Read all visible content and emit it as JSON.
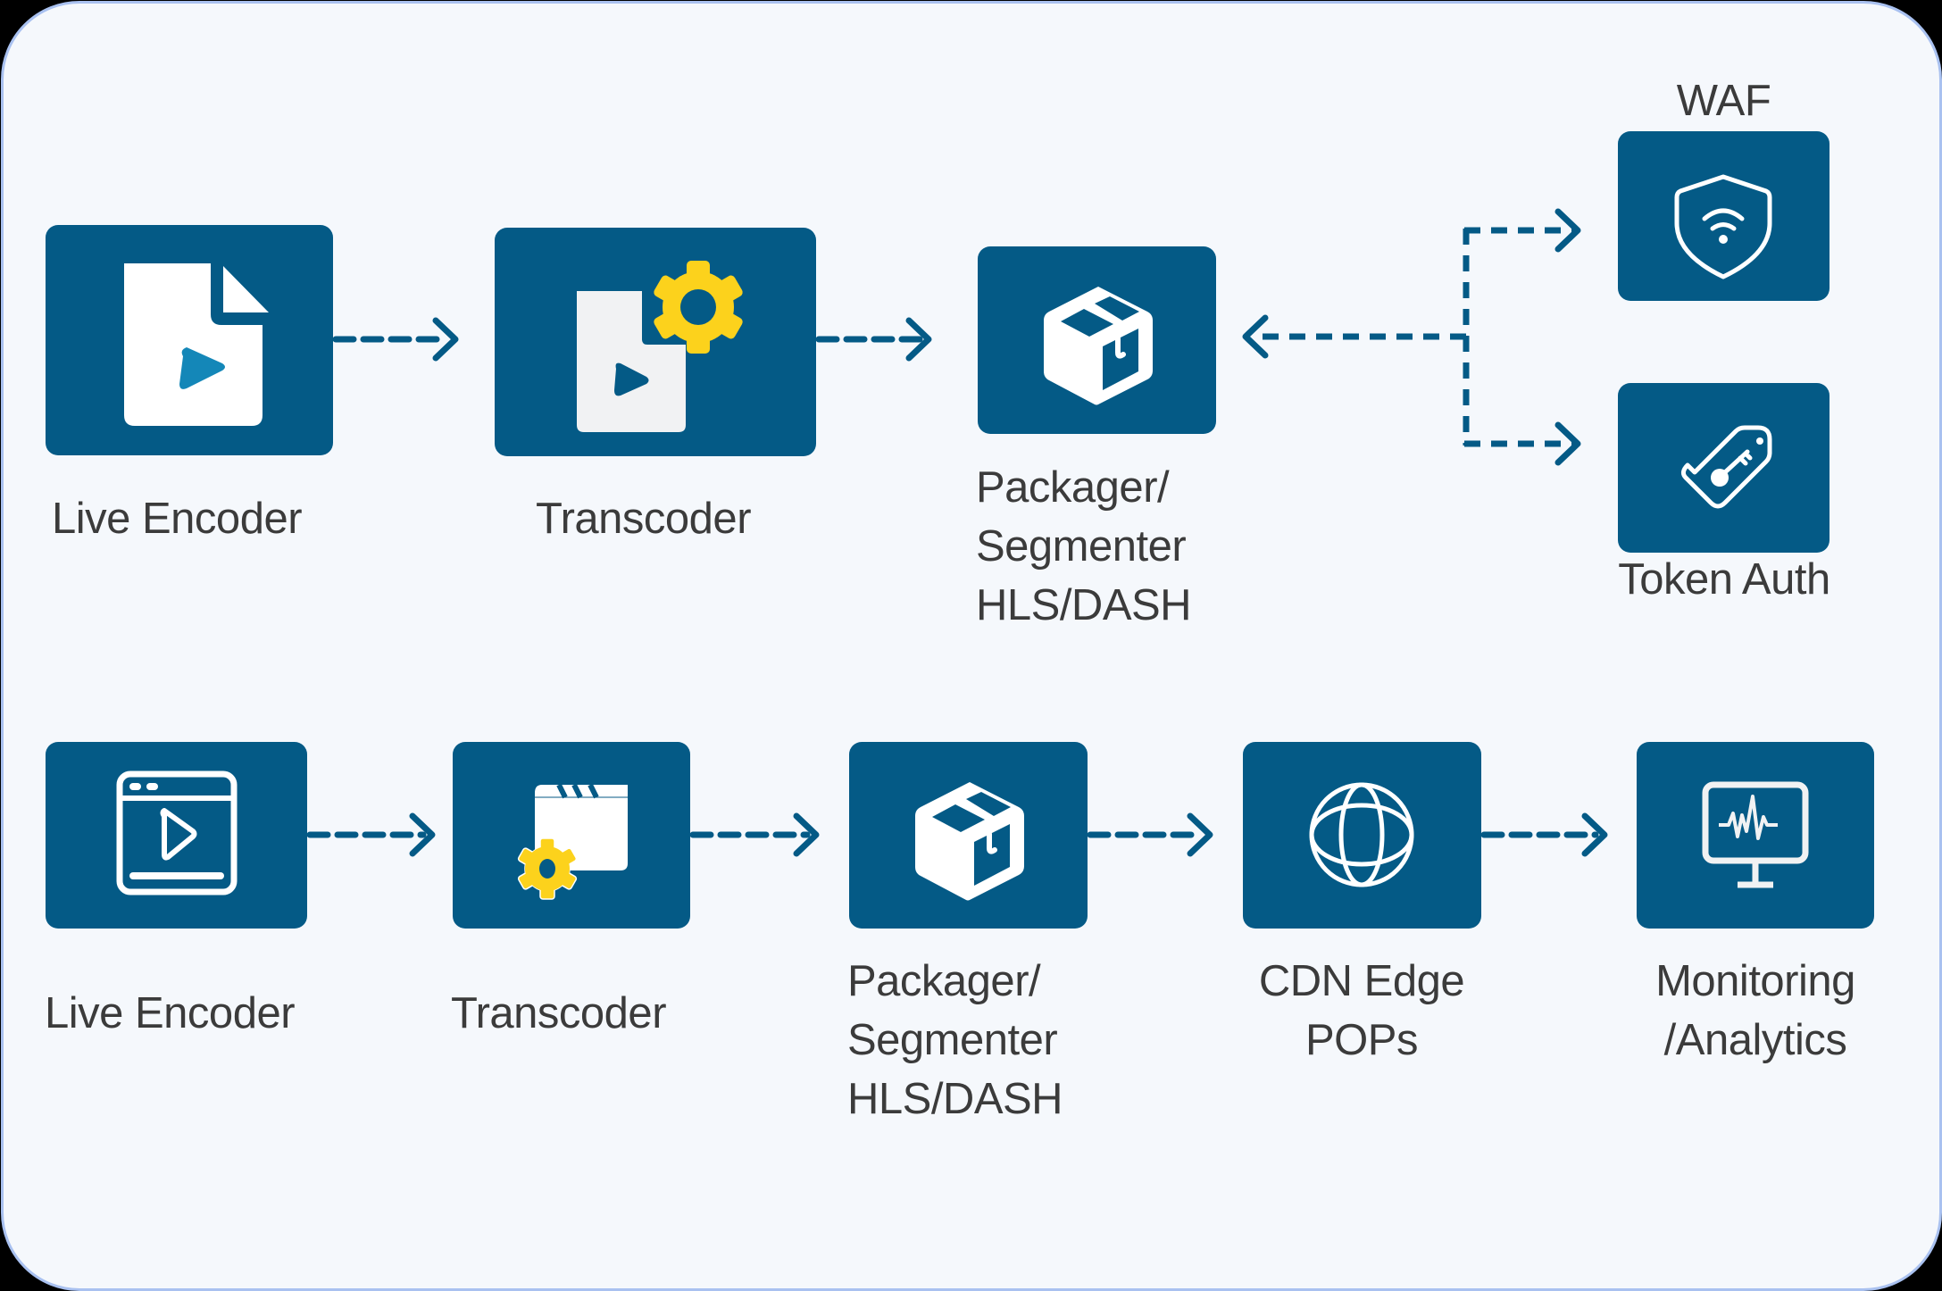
{
  "diagram": {
    "colors": {
      "background": "#f5f8fc",
      "frame_border": "#a9c1f0",
      "node_fill": "#045a86",
      "icon_white": "#ffffff",
      "icon_light": "#f1f2f3",
      "accent_yellow": "#fcd21c",
      "accent_blue": "#1487b8",
      "connector": "#045a86",
      "text": "#3b3b3b"
    },
    "top_row": {
      "nodes": [
        {
          "id": "live-encoder",
          "label": "Live Encoder",
          "icon": "video-file-icon"
        },
        {
          "id": "transcoder",
          "label": "Transcoder",
          "icon": "video-file-gear-icon"
        },
        {
          "id": "packager",
          "label": "Packager/\nSegmenter\nHLS/DASH",
          "icon": "package-box-icon"
        },
        {
          "id": "waf",
          "label": "WAF",
          "icon": "shield-wifi-icon"
        },
        {
          "id": "token-auth",
          "label": "Token Auth",
          "icon": "key-tag-icon"
        }
      ],
      "edges": [
        {
          "from": "live-encoder",
          "to": "transcoder",
          "style": "dashed-arrow"
        },
        {
          "from": "transcoder",
          "to": "packager",
          "style": "dashed-arrow"
        },
        {
          "from": "branch",
          "to": "packager",
          "style": "dashed-arrow"
        },
        {
          "from": "branch",
          "to": "waf",
          "style": "dashed-arrow"
        },
        {
          "from": "branch",
          "to": "token-auth",
          "style": "dashed-arrow"
        }
      ]
    },
    "bottom_row": {
      "nodes": [
        {
          "id": "live-encoder-2",
          "label": "Live Encoder",
          "icon": "video-player-window-icon"
        },
        {
          "id": "transcoder-2",
          "label": "Transcoder",
          "icon": "clapperboard-gear-icon"
        },
        {
          "id": "packager-2",
          "label": "Packager/\nSegmenter\nHLS/DASH",
          "icon": "package-box-icon"
        },
        {
          "id": "cdn-edge",
          "label": "CDN Edge\nPOPs",
          "icon": "globe-icon"
        },
        {
          "id": "monitoring",
          "label": "Monitoring\n/Analytics",
          "icon": "monitor-pulse-icon"
        }
      ],
      "edges": [
        {
          "from": "live-encoder-2",
          "to": "transcoder-2",
          "style": "dashed-arrow"
        },
        {
          "from": "transcoder-2",
          "to": "packager-2",
          "style": "dashed-arrow"
        },
        {
          "from": "packager-2",
          "to": "cdn-edge",
          "style": "dashed-arrow"
        },
        {
          "from": "cdn-edge",
          "to": "monitoring",
          "style": "dashed-arrow"
        }
      ]
    }
  }
}
